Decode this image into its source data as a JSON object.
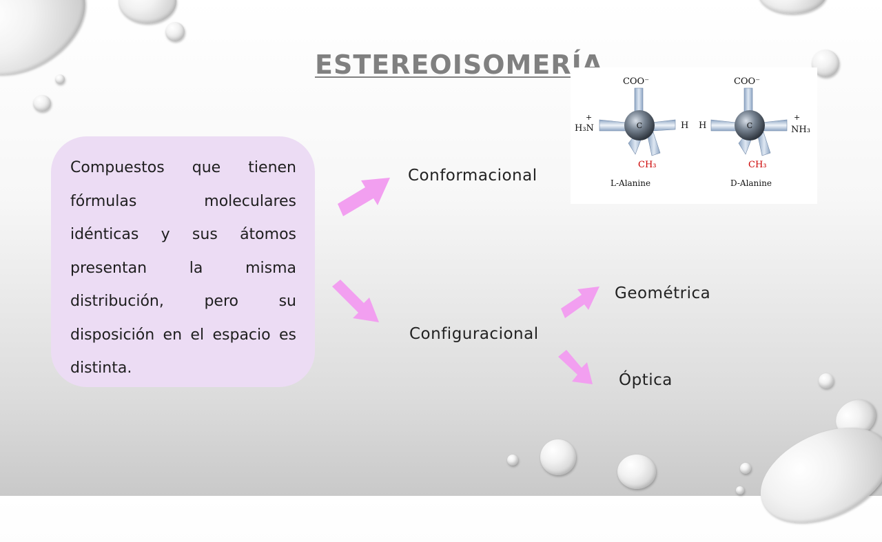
{
  "title": "ESTEREOISOMERÍA",
  "definition": "Compuestos que tienen fórmulas moleculares idénticas y sus átomos presentan la misma distribución, pero su disposición en el espacio es distinta.",
  "branches": {
    "conformacional": "Conformacional",
    "configuracional": "Configuracional",
    "geometrica": "Geométrica",
    "optica": "Óptica"
  },
  "molecule_image": {
    "left": {
      "top": "COO⁻",
      "left": "H₃N",
      "left_charge": "+",
      "right": "H",
      "center": "C",
      "bottom": "CH₃",
      "name": "L-Alanine"
    },
    "right": {
      "top": "COO⁻",
      "left": "H",
      "right": "NH₃",
      "right_charge": "+",
      "center": "C",
      "bottom": "CH₃",
      "name": "D-Alanine"
    }
  },
  "colors": {
    "arrow": "#f29ff0",
    "box": "#ecdcf4",
    "title": "#808080"
  }
}
